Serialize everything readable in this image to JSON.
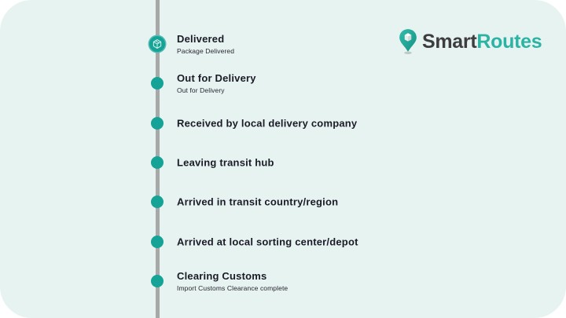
{
  "colors": {
    "card_background": "#e7f3f1",
    "accent_teal": "#14a396",
    "line_gray": "#a6a9a8",
    "logo_dark": "#3d3d3d",
    "logo_teal": "#2bb3a4",
    "title_text": "#1b1b28"
  },
  "logo": {
    "brand_primary": "Smart",
    "brand_secondary": "Routes",
    "icon": "map-pin-package-icon"
  },
  "timeline": {
    "items": [
      {
        "title": "Delivered",
        "subtitle": "Package Delivered",
        "icon": "package-icon",
        "milestone": true
      },
      {
        "title": "Out for Delivery",
        "subtitle": "Out for Delivery",
        "milestone": false
      },
      {
        "title": "Received by local delivery company",
        "subtitle": "",
        "milestone": false
      },
      {
        "title": "Leaving transit hub",
        "subtitle": "",
        "milestone": false
      },
      {
        "title": "Arrived in transit country/region",
        "subtitle": "",
        "milestone": false
      },
      {
        "title": "Arrived at local sorting center/depot",
        "subtitle": "",
        "milestone": false
      },
      {
        "title": "Clearing Customs",
        "subtitle": "Import Customs Clearance complete",
        "milestone": false
      }
    ]
  }
}
